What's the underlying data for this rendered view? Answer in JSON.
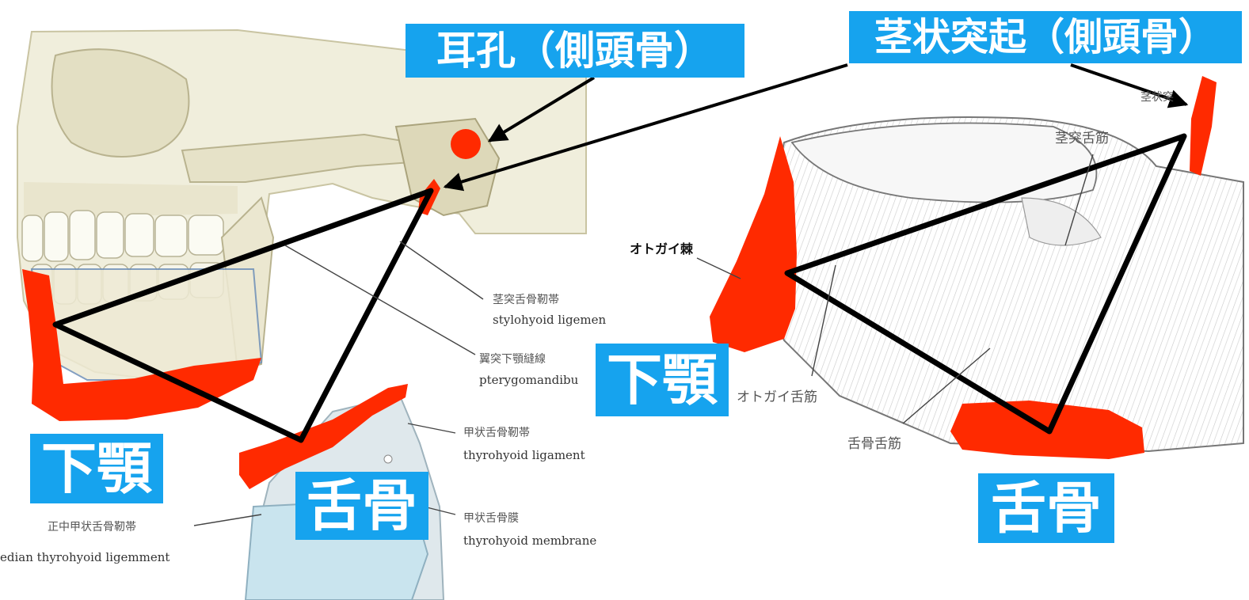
{
  "labels": {
    "ear_hole": "耳孔（側頭骨）",
    "styloid_process": "茎状突起（側頭骨）",
    "mandible_left": "下顎",
    "hyoid_left": "舌骨",
    "mandible_right": "下顎",
    "hyoid_right": "舌骨"
  },
  "left_figure": {
    "stylohyoid_jp": "茎突舌骨靭帯",
    "stylohyoid_en": "stylohyoid ligemen",
    "pterygomandibular_jp": "翼突下顎縫線",
    "pterygomandibular_en": "pterygomandibu",
    "thyrohyoid_lig_jp": "甲状舌骨靭帯",
    "thyrohyoid_lig_en": "thyrohyoid ligament",
    "thyrohyoid_mem_jp": "甲状舌骨膜",
    "thyrohyoid_mem_en": "thyrohyoid membrane",
    "median_jp": "正中甲状舌骨靭帯",
    "median_en": "edian thyrohyoid ligemment"
  },
  "right_figure": {
    "mental_spine": "オトガイ棘",
    "styloglossus": "茎突舌筋",
    "genioglossus": "オトガイ舌筋",
    "hyoglossus": "舌骨舌筋",
    "styloid_small": "茎状突"
  },
  "colors": {
    "label_bg": "#16a3ee",
    "highlight": "#ff2a00",
    "triangle": "#000000"
  }
}
